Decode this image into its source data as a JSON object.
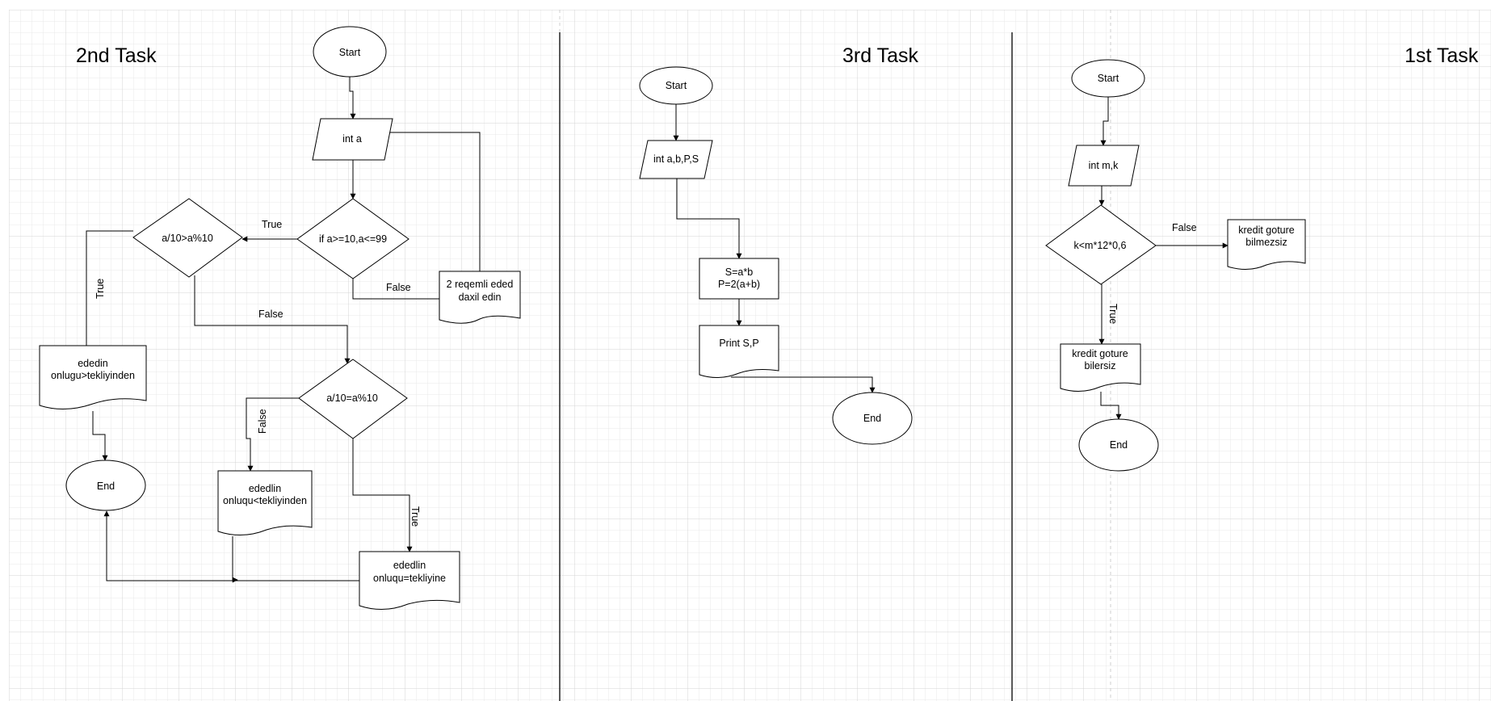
{
  "tasks": {
    "task2": {
      "title": "2nd Task",
      "nodes": {
        "start": "Start",
        "input": "int a",
        "range_check": "if a>=10,a<=99",
        "error_doc": [
          "2 reqemli eded",
          "daxil edin"
        ],
        "compare_gt": "a/10>a%10",
        "compare_eq": "a/10=a%10",
        "doc_gt": [
          "ededin",
          "onlugu>tekliyinden"
        ],
        "doc_lt": [
          "ededlin",
          "onluqu<tekliyinden"
        ],
        "doc_eq": [
          "ededlin",
          "onluqu=tekliyine"
        ],
        "end": "End"
      },
      "edges": {
        "range_true": "True",
        "range_false": "False",
        "gt_true": "True",
        "gt_false": "False",
        "eq_false": "False",
        "eq_true": "True"
      }
    },
    "task3": {
      "title": "3rd Task",
      "nodes": {
        "start": "Start",
        "input": "int a,b,P,S",
        "process": [
          "S=a*b",
          "P=2(a+b)"
        ],
        "output": "Print S,P",
        "end": "End"
      }
    },
    "task1": {
      "title": "1st Task",
      "nodes": {
        "start": "Start",
        "input": "int m,k",
        "decision": "k<m*12*0,6",
        "doc_false": [
          "kredit goture",
          "bilmezsiz"
        ],
        "doc_true": [
          "kredit goture",
          "bilersiz"
        ],
        "end": "End"
      },
      "edges": {
        "false": "False",
        "true": "True"
      }
    }
  },
  "colors": {
    "grid_minor": "#e8e8e8",
    "grid_major": "#d4d4d4",
    "line": "#000000",
    "shape_fill": "#ffffff"
  }
}
